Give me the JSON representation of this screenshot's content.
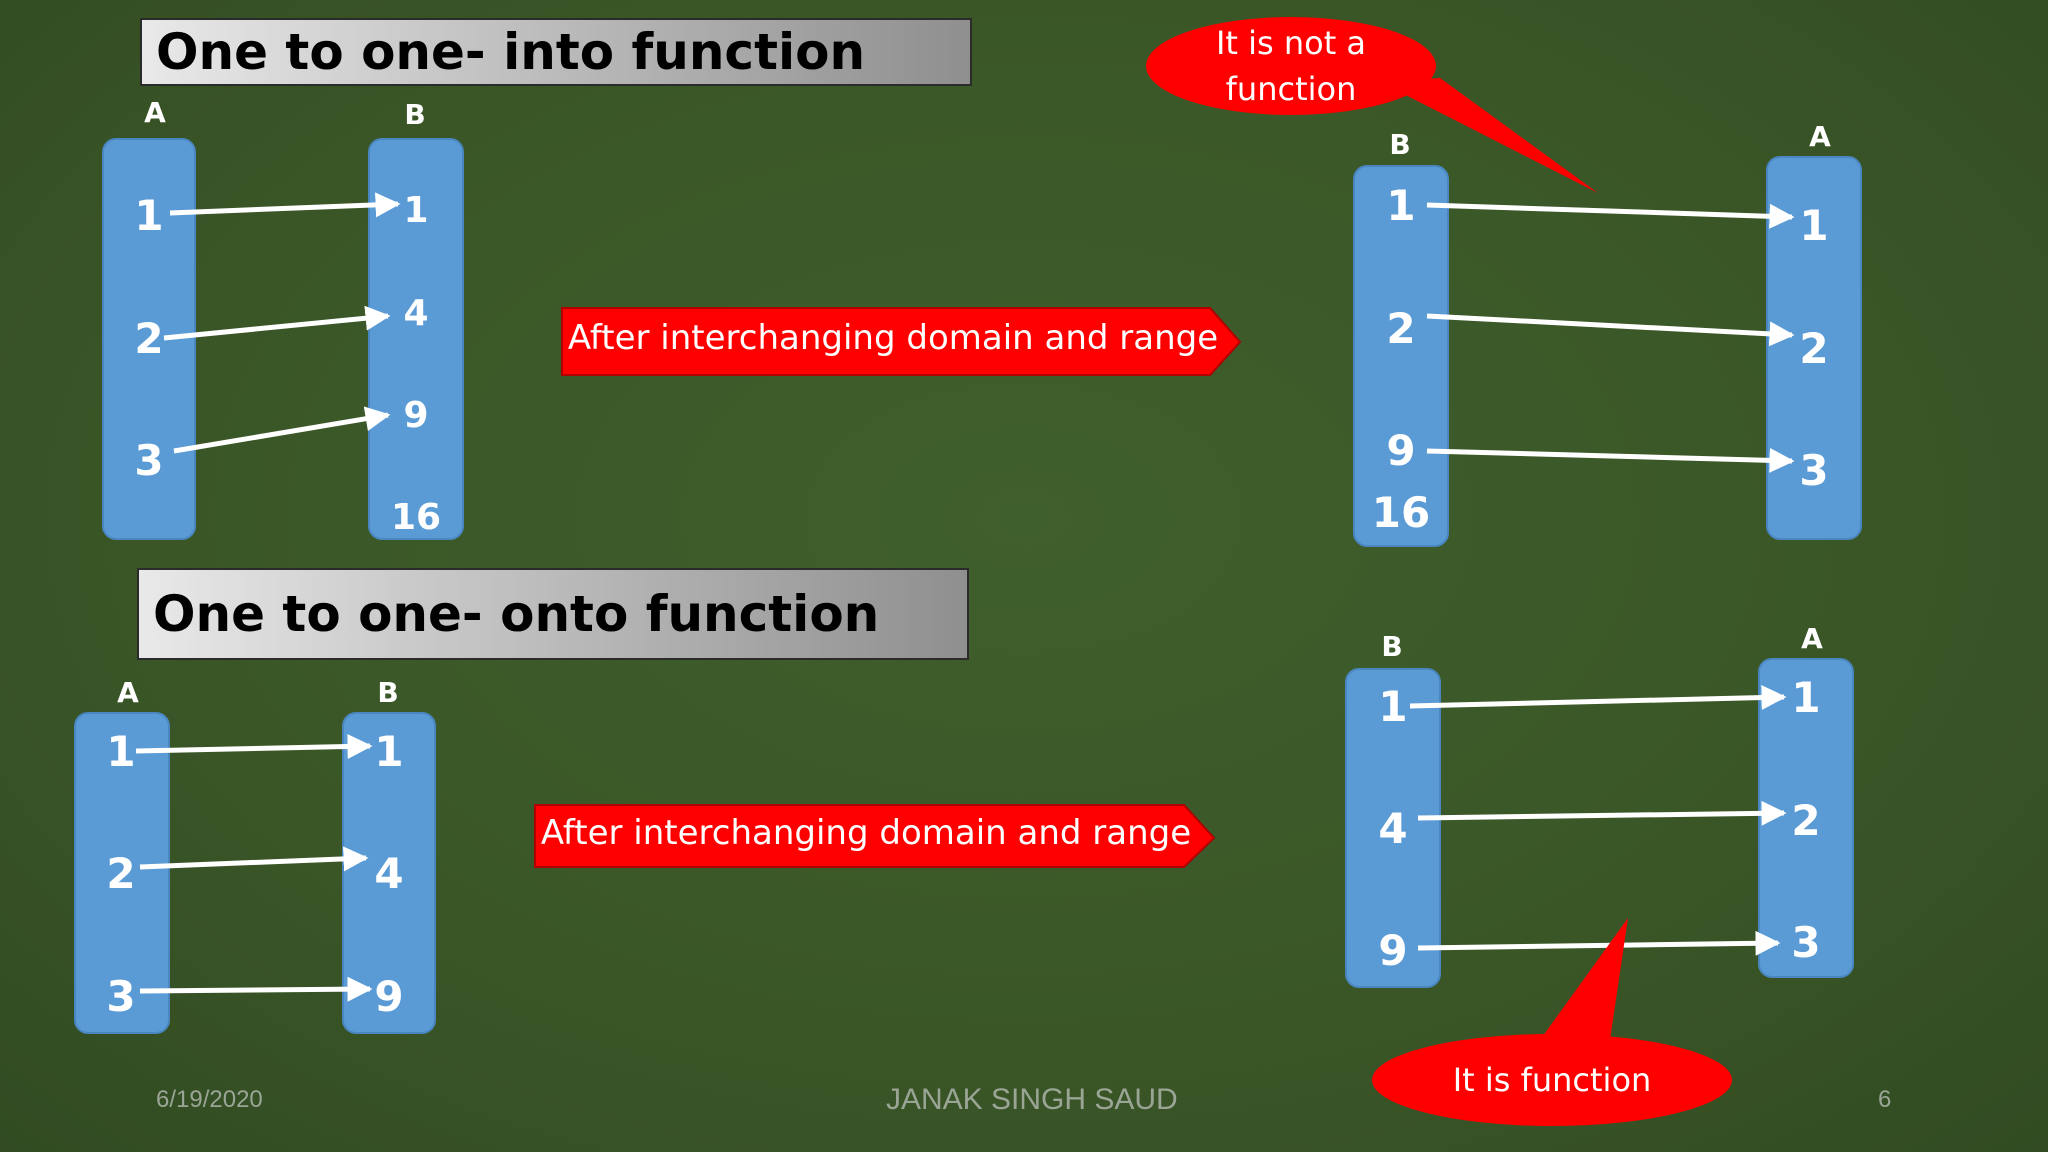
{
  "top": {
    "title": "One to one- into function",
    "left": {
      "set_a_label": "A",
      "set_b_label": "B",
      "a_values": [
        "1",
        "2",
        "3"
      ],
      "b_values": [
        "1",
        "4",
        "9",
        "16"
      ]
    },
    "transform_label": "After interchanging domain and range",
    "right": {
      "set_b_label": "B",
      "set_a_label": "A",
      "b_values": [
        "1",
        "2",
        "9",
        "16"
      ],
      "a_values": [
        "1",
        "2",
        "3"
      ]
    },
    "callout": "It is not a function"
  },
  "bottom": {
    "title": "One to one- onto function",
    "left": {
      "set_a_label": "A",
      "set_b_label": "B",
      "a_values": [
        "1",
        "2",
        "3"
      ],
      "b_values": [
        "1",
        "4",
        "9"
      ]
    },
    "transform_label": "After interchanging domain and range",
    "right": {
      "set_b_label": "B",
      "set_a_label": "A",
      "b_values": [
        "1",
        "4",
        "9"
      ],
      "a_values": [
        "1",
        "2",
        "3"
      ]
    },
    "callout": "It is  function"
  },
  "footer": {
    "date": "6/19/2020",
    "author": "JANAK SINGH SAUD",
    "slide_number": "6"
  },
  "colors": {
    "background": "#3a5627",
    "bar": "#5b9bd5",
    "callout": "#ff0000",
    "arrow_banner": "#ff0000"
  }
}
